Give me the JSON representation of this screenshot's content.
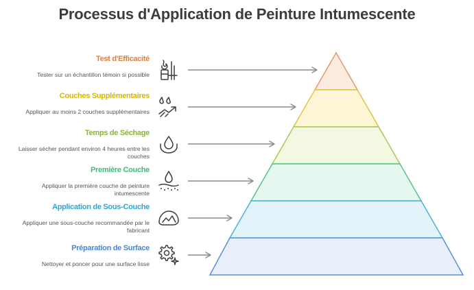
{
  "title": "Processus d'Application de Peinture Intumescente",
  "steps": [
    {
      "title": "Test d'Efficacité",
      "description": "Tester sur un échantillon témoin si possible",
      "icon": "fire-flask-icon",
      "color": "#e07f3a",
      "fill": "#fcebe0",
      "stroke": "#e29a6a"
    },
    {
      "title": "Couches Supplémentaires",
      "description": "Appliquer au moins 2 couches supplémentaires",
      "icon": "drops-trend-icon",
      "color": "#d4b800",
      "fill": "#fdf6d6",
      "stroke": "#dfc540"
    },
    {
      "title": "Temps de Séchage",
      "description": "Laisser sécher pendant environ 4 heures entre les couches",
      "icon": "drop-in-bowl-icon",
      "color": "#8db33a",
      "fill": "#f3f8e2",
      "stroke": "#a9c85a"
    },
    {
      "title": "Première Couche",
      "description": "Appliquer la première couche de peinture intumescente",
      "icon": "drop-on-surface-icon",
      "color": "#3fba7a",
      "fill": "#e5f7ee",
      "stroke": "#55c489"
    },
    {
      "title": "Application de Sous-Couche",
      "description": "Appliquer une sous-couche recommandée par le fabricant",
      "icon": "rough-surface-icon",
      "color": "#2aa7cf",
      "fill": "#e3f3fa",
      "stroke": "#45b4d8"
    },
    {
      "title": "Préparation de Surface",
      "description": "Nettoyer et poncer pour une surface lisse",
      "icon": "gear-sparkle-icon",
      "color": "#4a86d6",
      "fill": "#e8effa",
      "stroke": "#5b8fd8"
    }
  ]
}
